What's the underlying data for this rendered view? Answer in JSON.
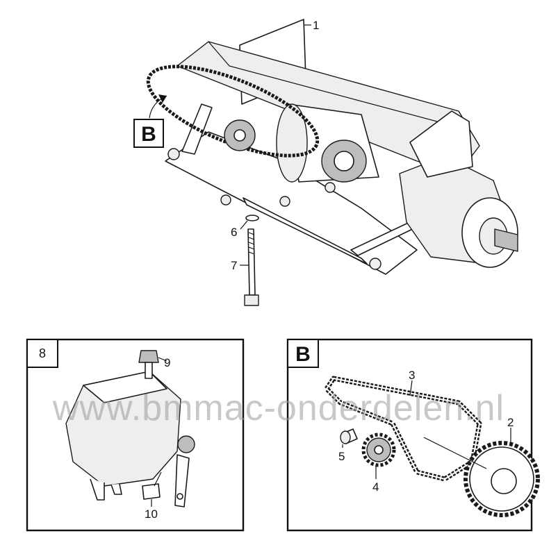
{
  "main_view": {
    "callouts": [
      "1",
      "6",
      "7"
    ],
    "detail_ref": "B"
  },
  "panel_8": {
    "badge": "8",
    "callouts": [
      "9",
      "10"
    ]
  },
  "panel_b": {
    "badge": "B",
    "callouts": [
      "3",
      "2",
      "5",
      "4"
    ]
  },
  "watermark": {
    "text": "www.bmmac-onderdelen.nl",
    "color": "#9a9a9a"
  },
  "colors": {
    "line": "#1a1a1a",
    "shade": "#bdbdbd",
    "light": "#eeeeee"
  }
}
